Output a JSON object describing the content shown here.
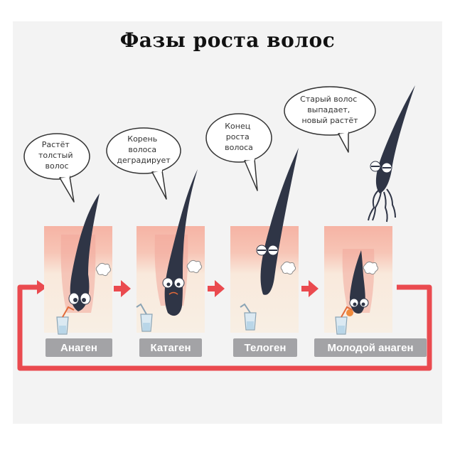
{
  "title": "Фазы роста волос",
  "colors": {
    "cycle_arrow": "#ea4a4f",
    "hair": "#2f3546",
    "skin_top": "#f6b7a8",
    "skin_bottom": "#f8ece0",
    "label_bg": "#a3a3a6"
  },
  "phases": [
    {
      "label": "Анаген",
      "bubble": [
        "Растёт",
        "толстый",
        "волос"
      ]
    },
    {
      "label": "Катаген",
      "bubble": [
        "Корень",
        "волоса",
        "деградирует"
      ]
    },
    {
      "label": "Телоген",
      "bubble": [
        "Конец",
        "роста",
        "волоса"
      ]
    },
    {
      "label": "Молодой анаген",
      "bubble": [
        "Старый волос",
        "выпадает,",
        "новый растёт"
      ]
    }
  ]
}
